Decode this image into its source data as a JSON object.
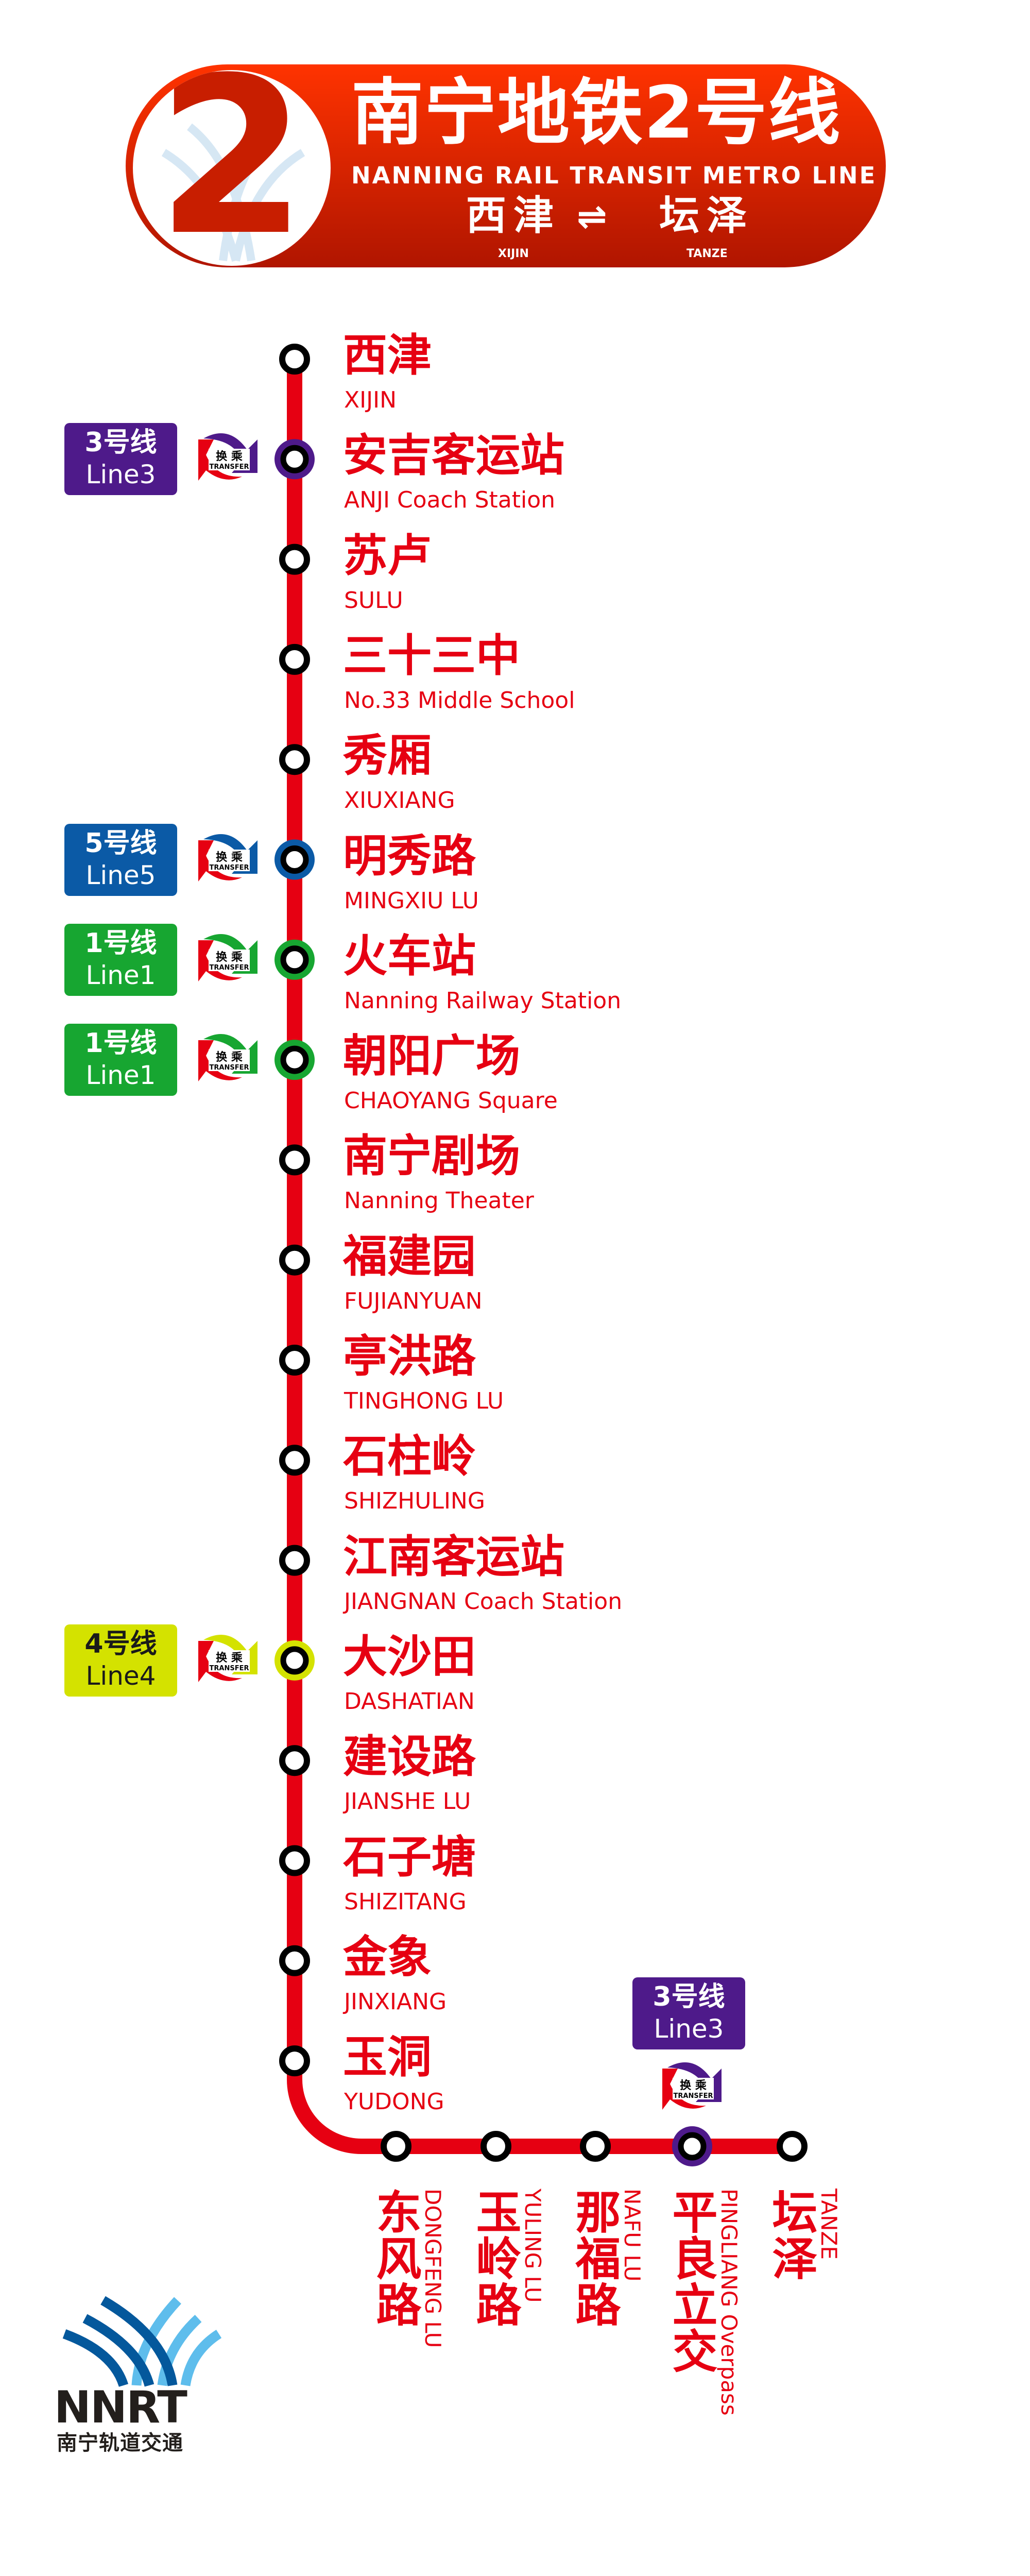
{
  "header": {
    "line_number": "2",
    "title": "南宁地铁2号线",
    "subtitle": "NANNING RAIL TRANSIT METRO LINE 2",
    "from_zh": "西津",
    "from_en": "XIJIN",
    "to_zh": "坛泽",
    "to_en": "TANZE",
    "direction_icon": "bidirectional-arrows-icon",
    "direction_glyph": "⇌",
    "color": "#e60012"
  },
  "transfer_icon": {
    "zh": "换 乘",
    "en": "TRANSFER"
  },
  "line_color": "#e60012",
  "stations": [
    {
      "zh": "西津",
      "en": "XIJIN"
    },
    {
      "zh": "安吉客运站",
      "en": "ANJI Coach Station",
      "transfer": {
        "zh": "3号线",
        "en": "Line3",
        "color": "#4e1a8a",
        "text": "#ffffff"
      }
    },
    {
      "zh": "苏卢",
      "en": "SULU"
    },
    {
      "zh": "三十三中",
      "en": "No.33 Middle School"
    },
    {
      "zh": "秀厢",
      "en": "XIUXIANG"
    },
    {
      "zh": "明秀路",
      "en": "MINGXIU LU",
      "transfer": {
        "zh": "5号线",
        "en": "Line5",
        "color": "#0b5aa6",
        "text": "#ffffff"
      }
    },
    {
      "zh": "火车站",
      "en": "Nanning Railway Station",
      "transfer": {
        "zh": "1号线",
        "en": "Line1",
        "color": "#17a631",
        "text": "#ffffff"
      }
    },
    {
      "zh": "朝阳广场",
      "en": "CHAOYANG Square",
      "transfer": {
        "zh": "1号线",
        "en": "Line1",
        "color": "#17a631",
        "text": "#ffffff"
      }
    },
    {
      "zh": "南宁剧场",
      "en": "Nanning Theater"
    },
    {
      "zh": "福建园",
      "en": "FUJIANYUAN"
    },
    {
      "zh": "亭洪路",
      "en": "TINGHONG LU"
    },
    {
      "zh": "石柱岭",
      "en": "SHIZHULING"
    },
    {
      "zh": "江南客运站",
      "en": "JIANGNAN Coach Station"
    },
    {
      "zh": "大沙田",
      "en": "DASHATIAN",
      "transfer": {
        "zh": "4号线",
        "en": "Line4",
        "color": "#d4e200",
        "text": "#1a1a1a"
      }
    },
    {
      "zh": "建设路",
      "en": "JIANSHE LU"
    },
    {
      "zh": "石子塘",
      "en": "SHIZITANG"
    },
    {
      "zh": "金象",
      "en": "JINXIANG"
    },
    {
      "zh": "玉洞",
      "en": "YUDONG"
    }
  ],
  "bottom_stations": [
    {
      "zh": "东风路",
      "en": "DONGFENG LU"
    },
    {
      "zh": "玉岭路",
      "en": "YULING LU"
    },
    {
      "zh": "那福路",
      "en": "NAFU LU"
    },
    {
      "zh": "平良立交",
      "en": "PINGLIANG Overpass",
      "transfer": {
        "zh": "3号线",
        "en": "Line3",
        "color": "#4e1a8a",
        "text": "#ffffff"
      }
    },
    {
      "zh": "坛泽",
      "en": "TANZE"
    }
  ],
  "logo": {
    "en": "NNRT",
    "zh": "南宁轨道交通",
    "colors": [
      "#04589c",
      "#5ebdec"
    ]
  }
}
